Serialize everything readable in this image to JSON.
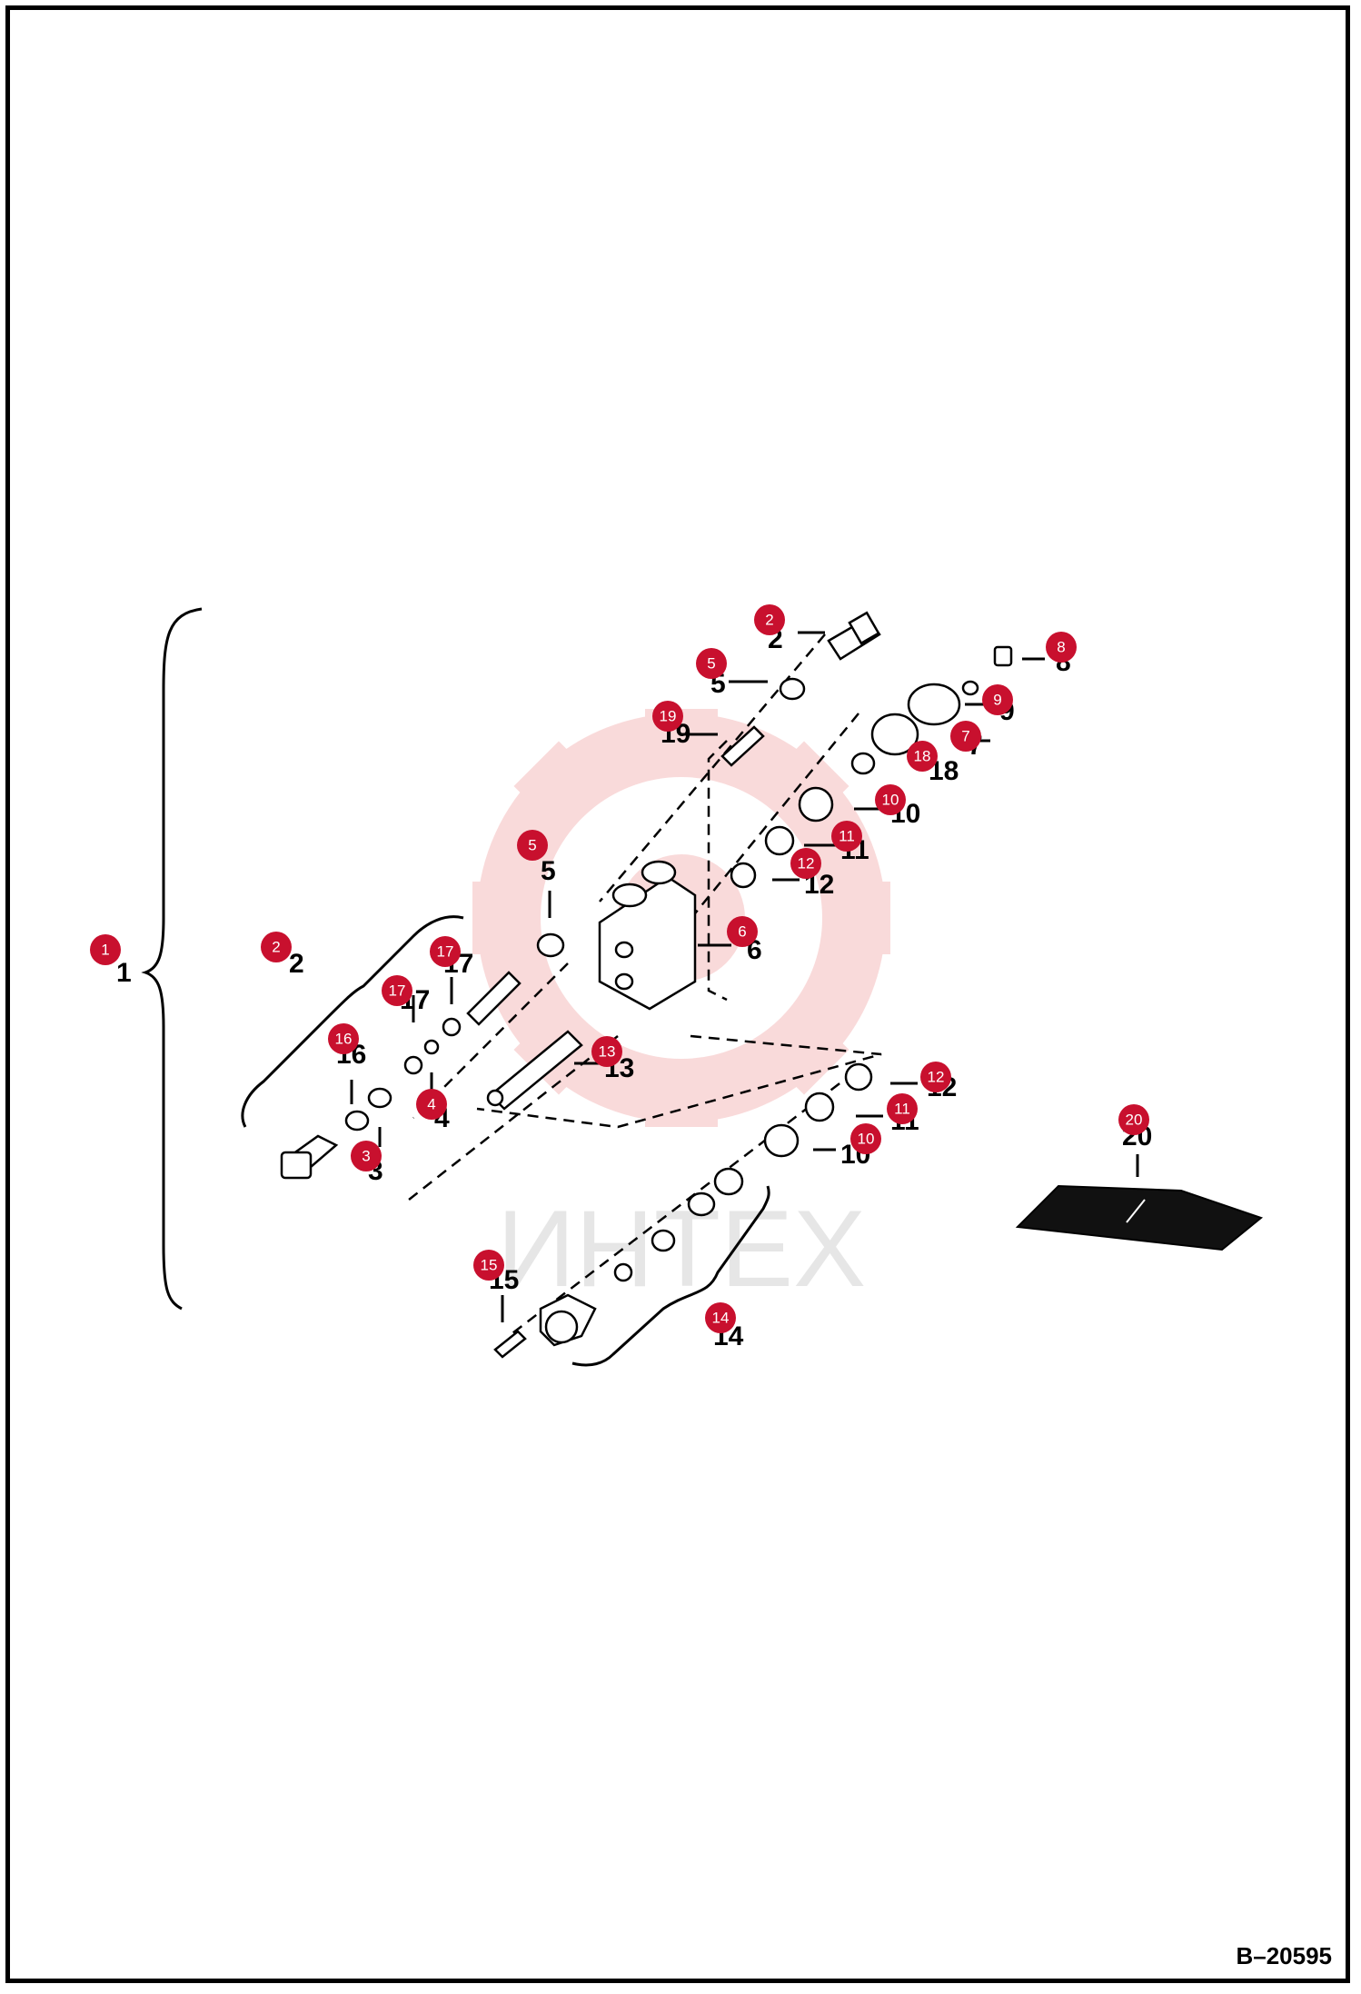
{
  "watermark": {
    "text": "ИНТЕХ"
  },
  "drawing_number": "B–20595",
  "badges": [
    {
      "id": "b1",
      "label": "1"
    },
    {
      "id": "b2a",
      "label": "2"
    },
    {
      "id": "b2b",
      "label": "2"
    },
    {
      "id": "b3",
      "label": "3"
    },
    {
      "id": "b4",
      "label": "4"
    },
    {
      "id": "b5a",
      "label": "5"
    },
    {
      "id": "b5b",
      "label": "5"
    },
    {
      "id": "b6",
      "label": "6"
    },
    {
      "id": "b7",
      "label": "7"
    },
    {
      "id": "b8",
      "label": "8"
    },
    {
      "id": "b9",
      "label": "9"
    },
    {
      "id": "b10a",
      "label": "10"
    },
    {
      "id": "b10b",
      "label": "10"
    },
    {
      "id": "b11a",
      "label": "11"
    },
    {
      "id": "b11b",
      "label": "11"
    },
    {
      "id": "b12a",
      "label": "12"
    },
    {
      "id": "b12b",
      "label": "12"
    },
    {
      "id": "b13",
      "label": "13"
    },
    {
      "id": "b14",
      "label": "14"
    },
    {
      "id": "b15",
      "label": "15"
    },
    {
      "id": "b16",
      "label": "16"
    },
    {
      "id": "b17a",
      "label": "17"
    },
    {
      "id": "b17b",
      "label": "17"
    },
    {
      "id": "b18",
      "label": "18"
    },
    {
      "id": "b19",
      "label": "19"
    },
    {
      "id": "b20",
      "label": "20"
    }
  ],
  "callouts": [
    {
      "id": "c1",
      "label": "1"
    },
    {
      "id": "c2a",
      "label": "2"
    },
    {
      "id": "c2b",
      "label": "2"
    },
    {
      "id": "c3",
      "label": "3"
    },
    {
      "id": "c4",
      "label": "4"
    },
    {
      "id": "c5a",
      "label": "5"
    },
    {
      "id": "c5b",
      "label": "5"
    },
    {
      "id": "c6",
      "label": "6"
    },
    {
      "id": "c7",
      "label": "7"
    },
    {
      "id": "c8",
      "label": "8"
    },
    {
      "id": "c9",
      "label": "9"
    },
    {
      "id": "c10a",
      "label": "10"
    },
    {
      "id": "c10b",
      "label": "10"
    },
    {
      "id": "c11a",
      "label": "11"
    },
    {
      "id": "c11b",
      "label": "11"
    },
    {
      "id": "c12a",
      "label": "12"
    },
    {
      "id": "c12b",
      "label": "12"
    },
    {
      "id": "c13",
      "label": "13"
    },
    {
      "id": "c14",
      "label": "14"
    },
    {
      "id": "c15",
      "label": "15"
    },
    {
      "id": "c16",
      "label": "16"
    },
    {
      "id": "c17a",
      "label": "17"
    },
    {
      "id": "c17b",
      "label": "17"
    },
    {
      "id": "c18",
      "label": "18"
    },
    {
      "id": "c19",
      "label": "19"
    },
    {
      "id": "c20",
      "label": "20"
    }
  ]
}
